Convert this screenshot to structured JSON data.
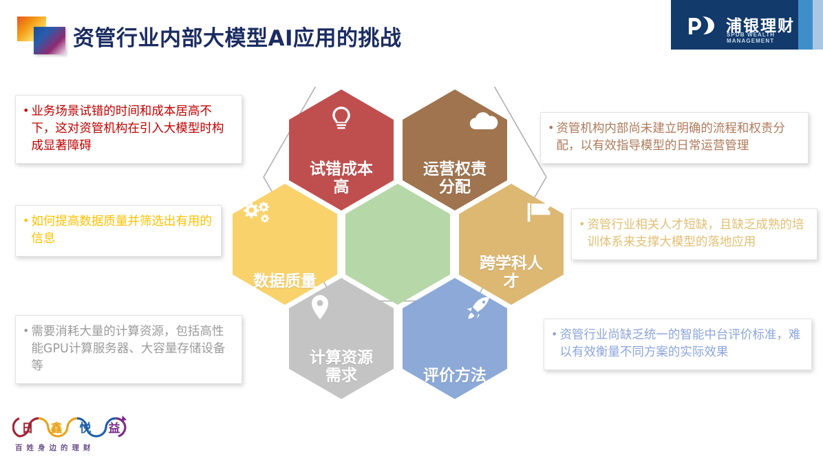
{
  "header": {
    "title": "资管行业内部大模型AI应用的挑战",
    "logo_mark_name": "gradient-squares-logo",
    "corp_logo": {
      "cn": "浦银理财",
      "en": "SPDB WEALTH MANAGEMENT",
      "navy": "#123a6b",
      "stripe_mid": "#3e8fc9",
      "stripe_light": "#a9c6e2"
    }
  },
  "callouts": [
    {
      "id": "cost",
      "bullet": "•",
      "text": "业务场景试错的时间和成本居高不下，这对资管机构在引入大模型时构成显著障碍",
      "color": "#c00000"
    },
    {
      "id": "data",
      "bullet": "•",
      "text": "如何提高数据质量并筛选出有用的信息",
      "color": "#ffc000"
    },
    {
      "id": "compute",
      "bullet": "•",
      "text": "需要消耗大量的计算资源，包括高性能GPU计算服务器、大容量存储设备等",
      "color": "#9b9b9b"
    },
    {
      "id": "ops",
      "bullet": "•",
      "text": "资管机构内部尚未建立明确的流程和权责分配，以有效指导模型的日常运营管理",
      "color": "#b07a5a"
    },
    {
      "id": "talent",
      "bullet": "•",
      "text": "资管行业相关人才短缺，且缺乏成熟的培训体系来支撑大模型的落地应用",
      "color": "#e2bf74"
    },
    {
      "id": "eval",
      "bullet": "•",
      "text": "资管行业尚缺乏统一的智能中台评价标准，难以有效衡量不同方案的实际效果",
      "color": "#8ca5dd"
    }
  ],
  "hexagons": [
    {
      "id": "cost",
      "label": "试错成本高",
      "icon": "lightbulb-icon",
      "color": "#bf4f4e"
    },
    {
      "id": "ops",
      "label": "运营权责分配",
      "icon": "cloud-icon",
      "color": "#a0744f"
    },
    {
      "id": "data",
      "label": "数据质量",
      "icon": "gears-icon",
      "color": "#f9d26b"
    },
    {
      "id": "center",
      "label": "",
      "icon": "",
      "color": "#b6d7a8"
    },
    {
      "id": "talent",
      "label": "跨学科人才",
      "icon": "flag-icon",
      "color": "#ddb873"
    },
    {
      "id": "compute",
      "label": "计算资源需求",
      "icon": "pin-icon",
      "color": "#c4c4c4"
    },
    {
      "id": "eval",
      "label": "评价方法",
      "icon": "rocket-icon",
      "color": "#8ca9d8"
    }
  ],
  "footer": {
    "logo_chars": [
      "日",
      "鑫",
      "悦",
      "益"
    ],
    "tagline": "百姓身边的理财"
  }
}
